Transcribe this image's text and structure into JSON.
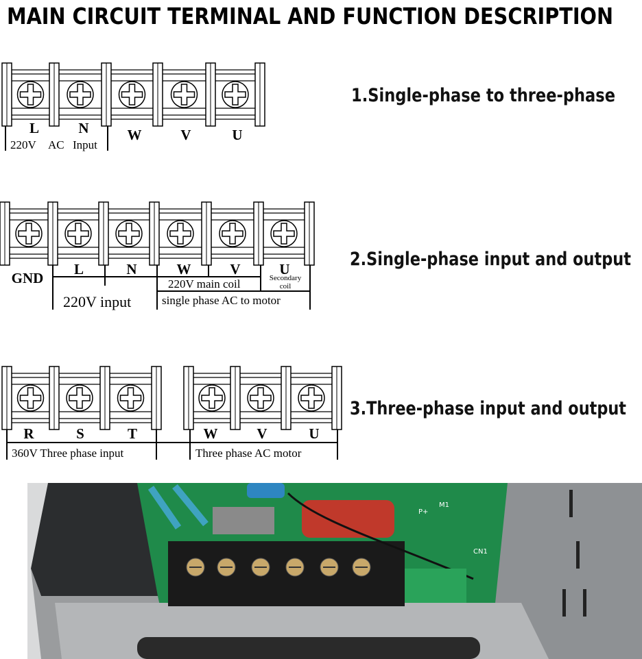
{
  "title": "MAIN CIRCUIT TERMINAL AND FUNCTION DESCRIPTION",
  "sections": [
    {
      "heading": "1.Single-phase to three-phase",
      "terminals": [
        "L",
        "N",
        "W",
        "V",
        "U"
      ],
      "group_labels": [
        "220V",
        "AC",
        "Input"
      ]
    },
    {
      "heading": "2.Single-phase input and output",
      "terminals": [
        "GND",
        "L",
        "N",
        "W",
        "V",
        "U"
      ],
      "group_labels": [
        "220V main coil",
        "Secondary",
        "coil",
        "220V  input",
        "single phase AC to motor"
      ]
    },
    {
      "heading": "3.Three-phase input and output",
      "terminals": [
        "R",
        "S",
        "T",
        "W",
        "V",
        "U"
      ],
      "group_labels": [
        "360V Three phase input",
        "Three phase AC motor"
      ]
    }
  ],
  "photo": {
    "pcb_labels": [
      "M1",
      "CN1",
      "P+"
    ],
    "colors": {
      "enclosure": "#8e9194",
      "pcb": "#1f8a4a",
      "terminal_block": "#1a1a1a",
      "capacitor": "#c0392b"
    }
  }
}
